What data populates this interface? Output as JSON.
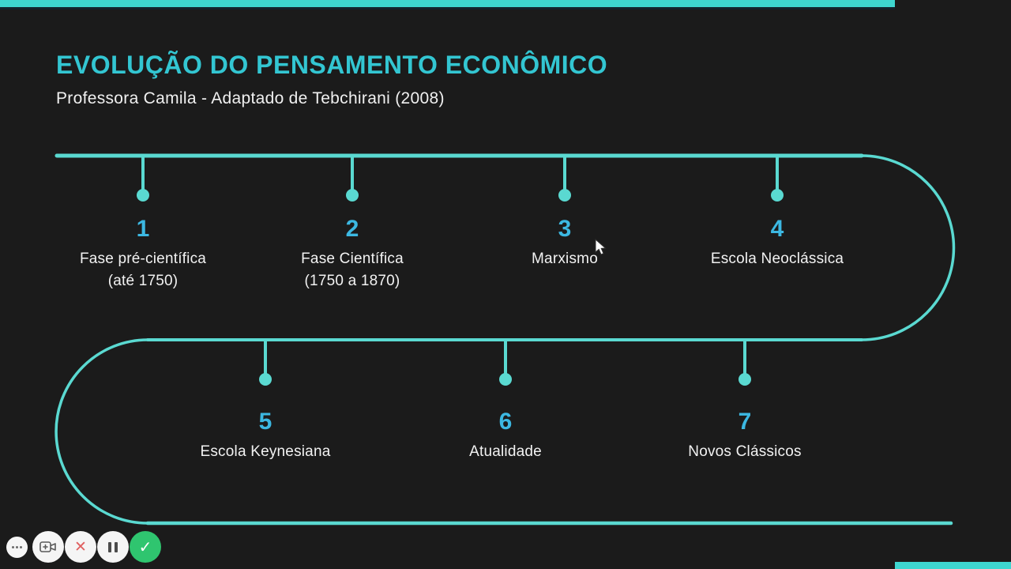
{
  "header": {
    "title": "EVOLUÇÃO DO PENSAMENTO ECONÔMICO",
    "subtitle": "Professora Camila - Adaptado de Tebchirani (2008)"
  },
  "timeline": {
    "row1": [
      {
        "number": "1",
        "label": "Fase pré-científica",
        "sublabel": "(até 1750)"
      },
      {
        "number": "2",
        "label": "Fase Científica",
        "sublabel": "(1750 a 1870)"
      },
      {
        "number": "3",
        "label": "Marxismo",
        "sublabel": ""
      },
      {
        "number": "4",
        "label": "Escola Neoclássica",
        "sublabel": ""
      }
    ],
    "row2": [
      {
        "number": "5",
        "label": "Escola Keynesiana"
      },
      {
        "number": "6",
        "label": "Atualidade"
      },
      {
        "number": "7",
        "label": "Novos Clássicos"
      }
    ]
  },
  "controls": {
    "close_icon": "✕",
    "check_icon": "✓"
  },
  "colors": {
    "background": "#1b1b1b",
    "accent_bar": "#3ed6d0",
    "timeline_line": "#5ad9d1",
    "number_blue": "#3cb8e2",
    "title_teal": "#33c6d2",
    "confirm_green": "#2fc56f",
    "close_red": "#e05f5f"
  }
}
